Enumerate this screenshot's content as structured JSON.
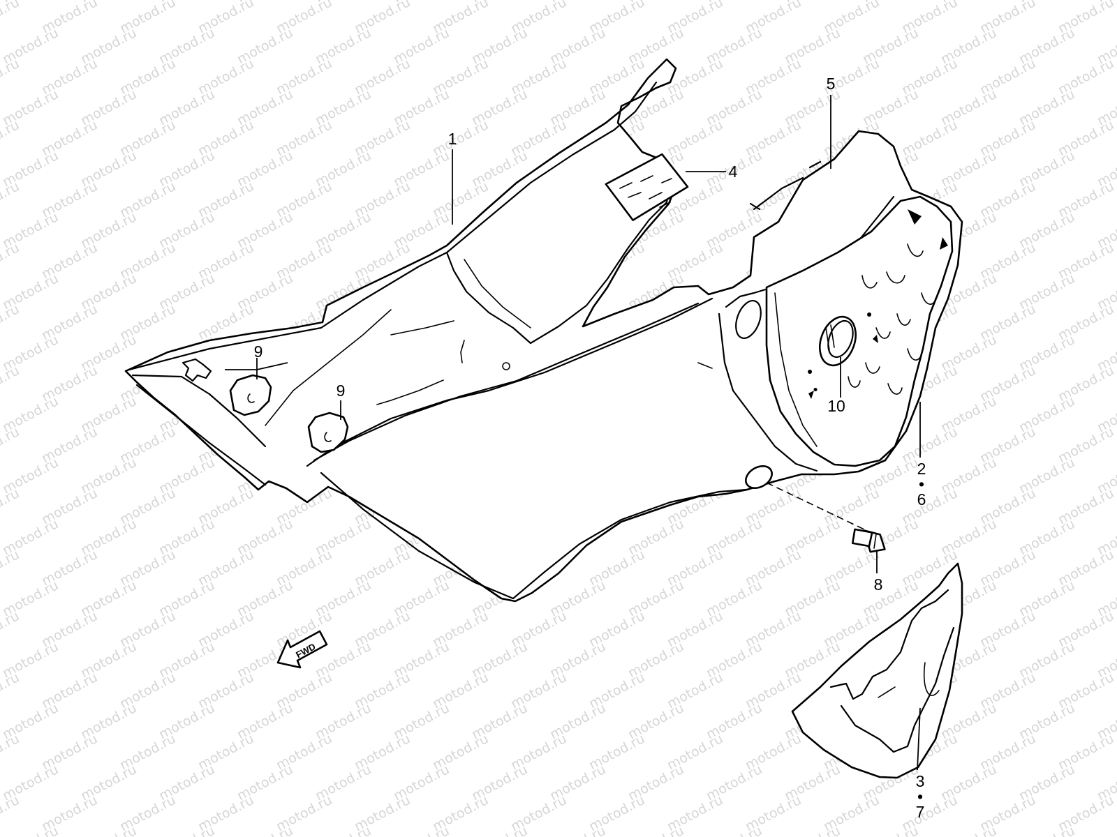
{
  "watermark": {
    "text": "motod.ru",
    "color": "#d6d6d6"
  },
  "callouts": {
    "c1": "1",
    "c4": "4",
    "c5": "5",
    "c9a": "9",
    "c9b": "9",
    "c10": "10",
    "c2": "2",
    "c6": "6",
    "c8": "8",
    "c3": "3",
    "c7": "7",
    "separator": "•"
  },
  "direction_arrow": {
    "label": "FWD"
  }
}
